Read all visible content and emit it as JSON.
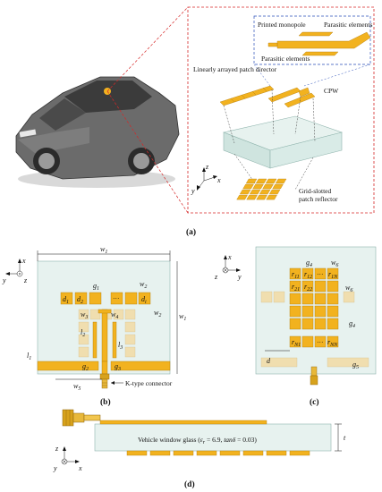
{
  "panel_a": {
    "caption": "(a)",
    "labels": {
      "printed_monopole": "Printed monopole",
      "parasitic_elements_1": "Parasitic elements",
      "parasitic_elements_2": "Parasitic elements",
      "director": "Linearly arrayed patch director",
      "cpw": "CPW",
      "reflector": "Grid-slotted patch reflector"
    },
    "axes": {
      "z": "z",
      "x": "x",
      "y": "y"
    }
  },
  "panel_b": {
    "caption": "(b)",
    "axes": {
      "x": "x",
      "y": "y",
      "z": "z"
    },
    "dims": {
      "w1_top": "w",
      "w1_top_sub": "1",
      "w1_side": "w",
      "w1_side_sub": "1",
      "g1": "g",
      "g1_sub": "1",
      "w2": "w",
      "w2_sub": "2",
      "d1": "d",
      "d1_sub": "1",
      "d2": "d",
      "d2_sub": "2",
      "dots": "···",
      "di": "d",
      "di_sub": "i",
      "w3": "w",
      "w3_sub": "3",
      "w4": "w",
      "w4_sub": "4",
      "l2": "l",
      "l2_sub": "2",
      "l3": "l",
      "l3_sub": "3",
      "l1": "l",
      "l1_sub": "1",
      "g2": "g",
      "g2_sub": "2",
      "g3": "g",
      "g3_sub": "3",
      "w5": "w",
      "w5_sub": "5"
    },
    "connector_label": "K-type connector"
  },
  "panel_c": {
    "caption": "(c)",
    "axes": {
      "x": "x",
      "y": "y",
      "z": "z"
    },
    "dims": {
      "g4_top": "g",
      "g4_top_sub": "4",
      "w6_top": "w",
      "w6_top_sub": "6",
      "w6_side": "w",
      "w6_side_sub": "6",
      "g4_side": "g",
      "g4_side_sub": "4",
      "g5": "g",
      "g5_sub": "5",
      "d": "d"
    },
    "cells": {
      "r11": "r",
      "r11_sub": "11",
      "r12": "r",
      "r12_sub": "12",
      "r1N": "r",
      "r1N_sub": "1N",
      "r21": "r",
      "r21_sub": "21",
      "r22": "r",
      "r22_sub": "22",
      "rN1": "r",
      "rN1_sub": "N1",
      "rNN": "r",
      "rNN_sub": "NN",
      "dots": "···"
    }
  },
  "panel_d": {
    "caption": "(d)",
    "axes": {
      "z": "z",
      "y": "y",
      "x": "x"
    },
    "glass_label": "Vehicle window glass (",
    "eps": "ε",
    "eps_sub": "r",
    "eps_value": " = 6.9, ",
    "tan": "tanδ",
    "tan_value": " = 0.03)",
    "thickness": "t"
  }
}
